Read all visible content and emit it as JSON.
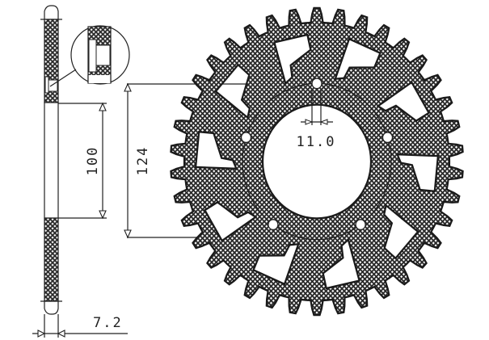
{
  "diagram": {
    "type": "sprocket-technical-drawing",
    "colors": {
      "line": "#222222",
      "hatch": "#2a2a2a",
      "background": "#ffffff"
    },
    "sprocket": {
      "teeth": 38,
      "windows": 10,
      "bolt_holes": 5
    },
    "dimensions": {
      "bolt_hole_diameter": "11.0",
      "center_bore": "100",
      "bolt_circle": "124",
      "thickness": "7.2"
    }
  }
}
